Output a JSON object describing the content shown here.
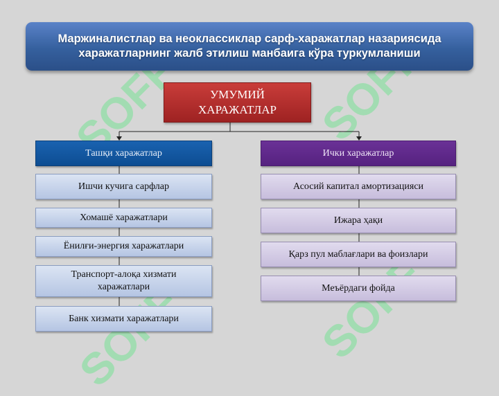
{
  "watermark": {
    "text": "SOFF",
    "color": "#78e196"
  },
  "title": {
    "line1": "Маржиналистлар ва неоклассиклар сарф-харажатлар назариясида",
    "line2": "харажатларнинг жалб этилиш манбаига кўра туркумланиши"
  },
  "root": {
    "line1": "УМУМИЙ",
    "line2": "ХАРАЖАТЛАР"
  },
  "left": {
    "header": "Ташқи харажатлар",
    "items": [
      "Ишчи кучига сарфлар",
      "Хомашё харажатлари",
      "Ёнилғи-энергия харажатлари",
      "Транспорт-алоқа хизмати харажатлари",
      "Банк хизмати харажатлари"
    ]
  },
  "right": {
    "header": "Ички харажатлар",
    "items": [
      "Асосий капитал амортизацияси",
      "Ижара ҳақи",
      "Қарз пул маблағлари ва фоизлари",
      "Меъёрдаги фойда"
    ]
  }
}
